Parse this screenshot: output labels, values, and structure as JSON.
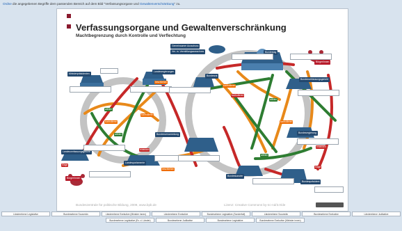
{
  "instruction": {
    "prefix": "Ordne",
    "middle": " die angegebenen Begriffe dem passenden Bereich auf dem Bild \"Verfassungsorgane und ",
    "highlight": "Gewaltenverschränkung",
    "suffix": "\" zu."
  },
  "figure": {
    "title": "Verfassungsorgane und Gewaltenverschränkung",
    "subtitle": "Machtbegrenzung durch Kontrolle und Verflechtung",
    "credit_left": "Bundeszentrale für politische Bildung, 2009, www.bpb.de",
    "credit_right": "Lizenz: Creative Commons by-nc-nd/3.0/de",
    "labels": {
      "ministerpraesidenten": "Ministerpräsidenten",
      "landesregierungen": "Landesregierungen",
      "landesverfassungsgericht": "Landesverfassungsgericht",
      "landesparlamente": "Landesparlamente",
      "buerger_laender": "Bürger/innen",
      "gemeinsamer_ausschuss": "Gemeinsamer Ausschuss",
      "vermittlungsausschuss": "Ver. m. Vermittlungsausschuss",
      "bundestag": "Bundestag",
      "buerger_bund": "Bürger/innen",
      "bundesrat": "Bundesrat",
      "bundesverfassungsgericht": "Bundesverfassungsgericht",
      "bundesversammlung": "Bundesversammlung",
      "bundesregierung": "Bundesregierung",
      "bundeskanzler": "Bundeskanzler",
      "bundespraesident": "Bundespräsident"
    },
    "arrow_tags": {
      "wählen": "wählen",
      "kontrollieren": "kontrollieren",
      "ernennen": "ernennen",
      "beschließen": "beschließen",
      "klage": "Klage"
    }
  },
  "chips_row1": [
    "Länderebene Legislative",
    "Bundesebene Souverän",
    "Länderebene Exekutive (Minister innen)",
    "Länderebene Exekutive",
    "Bundesebene Legislative (Sonderfall)",
    "Länderebene Souverän",
    "Bundesebene Exekutive",
    "Länderebene Judikative"
  ],
  "chips_row2": [
    "Bundesebene Legislative (Ev. d. Länder)",
    "Bundesebene Judikative",
    "Bundesebene Legislative",
    "Bundesebene Exekutive (Minister innen)"
  ]
}
